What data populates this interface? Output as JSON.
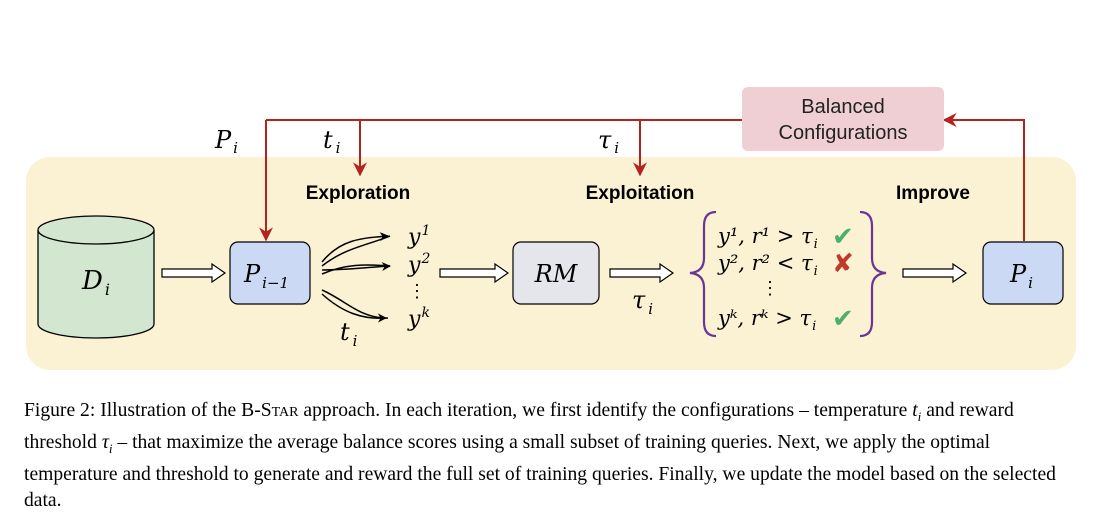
{
  "labels": {
    "p_i_top": "P",
    "p_i_top_sub": "i",
    "t_i_top": "t",
    "t_i_top_sub": "i",
    "tau_i_top": "τ",
    "tau_i_top_sub": "i",
    "balanced_line1": "Balanced",
    "balanced_line2": "Configurations",
    "exploration": "Exploration",
    "exploitation": "Exploitation",
    "improve": "Improve",
    "dataset": "D",
    "dataset_sub": "i",
    "policy_prev": "P",
    "policy_prev_sub": "i−1",
    "rm": "RM",
    "policy_new": "P",
    "policy_new_sub": "i",
    "t_i_bottom": "t",
    "t_i_bottom_sub": "i",
    "tau_i_mid": "τ",
    "tau_i_mid_sub": "i",
    "samples": {
      "y1": "y",
      "y1_sup": "1",
      "y2": "y",
      "y2_sup": "2",
      "dots": "⋮",
      "yk": "y",
      "yk_sup": "k"
    },
    "rewards": [
      {
        "text": "y¹, r¹ > τ",
        "sub": "i",
        "mark": "✔"
      },
      {
        "text": "y², r² < τ",
        "sub": "i",
        "mark": "✘"
      },
      {
        "text": "yᵏ, rᵏ > τ",
        "sub": "i",
        "mark": "✔"
      }
    ],
    "reward_dots": "⋮"
  },
  "colors": {
    "panel": "#fbf1d3",
    "dataset_fill": "#d3e6cf",
    "policy_fill": "#ccd9f4",
    "rm_fill": "#e4e6ec",
    "balanced_fill": "#efcfd4",
    "feedback_arrow": "#b3241f",
    "brace": "#6a3596",
    "check": "#4caf6a",
    "cross": "#c0392b"
  },
  "caption": {
    "prefix": "Figure 2: Illustration of the B-S",
    "name_sc": "tar",
    "line1_rest": " approach. In each iteration, we first identify the configurations – temperature ",
    "t_var": "t",
    "t_sub": "i",
    "mid1": " and reward threshold ",
    "tau_var": "τ",
    "tau_sub": "i",
    "mid2": " – that maximize the average balance scores using a small subset of training queries. Next, we apply the optimal temperature and threshold to generate and reward the full set of training queries. Finally, we update the model based on the selected data."
  }
}
